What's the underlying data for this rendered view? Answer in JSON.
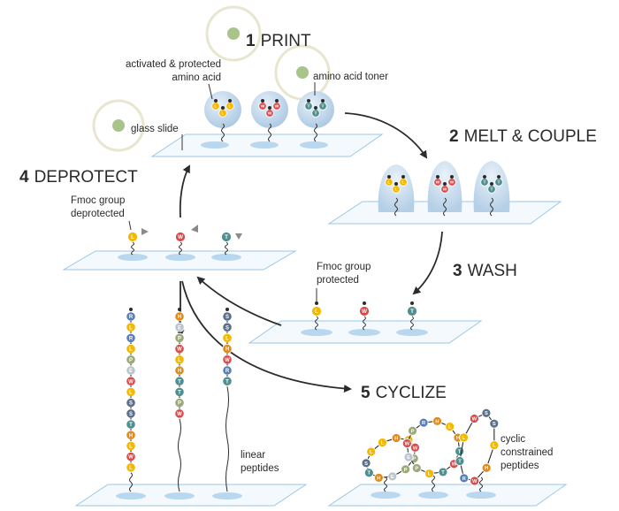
{
  "colors": {
    "L": "#f5b800",
    "W": "#d94a4a",
    "T": "#4f8f8f",
    "R": "#5a7fb5",
    "P": "#9aa87a",
    "E": "#b9c4cc",
    "S": "#5c6f88",
    "H": "#e08a1e",
    "slide_stroke": "#9cc7e6",
    "slide_fill": "#f4f9fd",
    "spot": "#b9d7ee",
    "arrow": "#2b2b2b",
    "toner_ring": "#e8e6cf",
    "toner_dot": "#a8c48a"
  },
  "steps": {
    "print": {
      "num": "1",
      "label": "PRINT"
    },
    "melt": {
      "num": "2",
      "label": "MELT & COUPLE"
    },
    "wash": {
      "num": "3",
      "label": "WASH"
    },
    "deprotect": {
      "num": "4",
      "label": "DEPROTECT"
    },
    "cyclize": {
      "num": "5",
      "label": "CYCLIZE"
    }
  },
  "labels": {
    "activated_1": "activated & protected",
    "activated_2": "amino acid",
    "amino_acid_toner": "amino acid toner",
    "glass_slide": "glass slide",
    "fmoc_deprotected_1": "Fmoc group",
    "fmoc_deprotected_2": "deprotected",
    "fmoc_protected_1": "Fmoc group",
    "fmoc_protected_2": "protected",
    "linear_1": "linear",
    "linear_2": "peptides",
    "cyclic_1": "cyclic",
    "cyclic_2": "constrained",
    "cyclic_3": "peptides"
  },
  "printed_amino_acids": [
    "L",
    "W",
    "T"
  ],
  "linear_peptides": [
    [
      "R",
      "L",
      "R",
      "L",
      "P",
      "E",
      "W",
      "L",
      "S",
      "S",
      "T",
      "H",
      "L",
      "W",
      "L"
    ],
    [
      "H",
      "E",
      "P",
      "W",
      "L",
      "H",
      "T",
      "T",
      "P",
      "W"
    ],
    [
      "S",
      "S",
      "L",
      "H",
      "W",
      "R",
      "T"
    ]
  ],
  "cyclic_peptides": [
    [
      "L",
      "H",
      "L",
      "W",
      "P",
      "P",
      "E",
      "H",
      "T",
      "S",
      "L"
    ],
    [
      "H",
      "L",
      "H",
      "T",
      "W",
      "T",
      "L",
      "P",
      "E",
      "W",
      "P",
      "R"
    ],
    [
      "S",
      "S",
      "L",
      "H",
      "W",
      "R",
      "T",
      "L",
      "W"
    ]
  ]
}
